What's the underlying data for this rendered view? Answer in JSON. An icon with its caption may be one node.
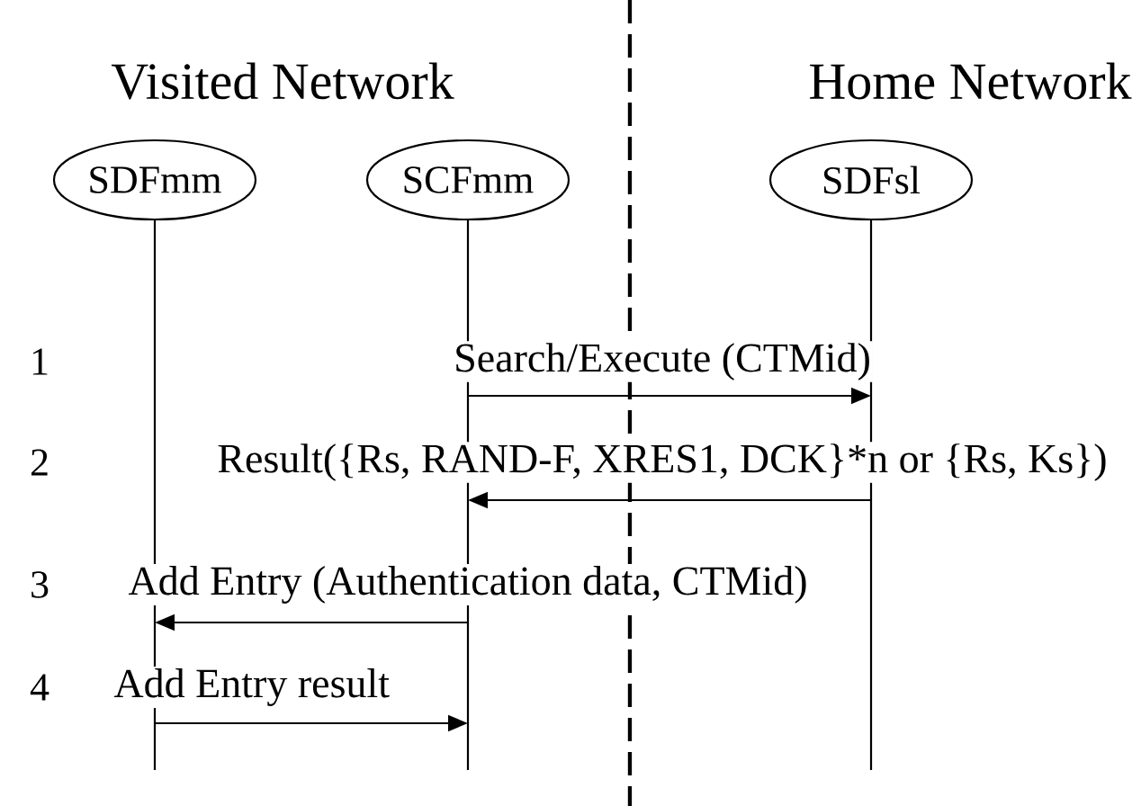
{
  "diagram": {
    "nodes": [
      {
        "text": [
          "SDFmm"
        ]
      },
      {
        "text": [
          "SCFmm"
        ]
      },
      {
        "text": [
          "SDFsl"
        ]
      }
    ],
    "edges": [
      {
        "from": 1,
        "to": 2,
        "arrow": "to",
        "label": "Search/Execute (CTMid)"
      },
      {
        "from": 2,
        "to": 1,
        "arrow": "to",
        "label": "Result({Rs, RAND-F, XRES1, DCK}*n or {Rs, Ks})"
      },
      {
        "from": 1,
        "to": 0,
        "arrow": "to",
        "label": "Add Entry (Authentication data, CTMid)"
      },
      {
        "from": 0,
        "to": 1,
        "arrow": "to",
        "label": "Add Entry result"
      }
    ],
    "labels": [
      "Visited Network",
      "Home Network",
      "1",
      "2",
      "3",
      "4"
    ]
  }
}
